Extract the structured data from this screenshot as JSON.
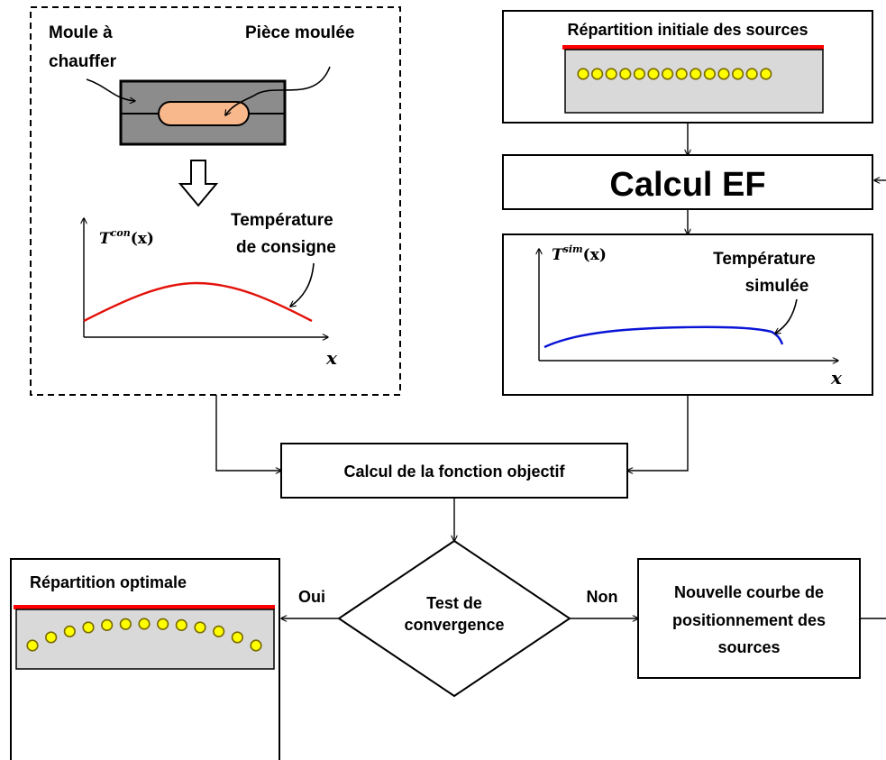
{
  "mold": {
    "label_mold_line1": "Moule à",
    "label_mold_line2": "chauffer",
    "label_part": "Pièce moulée"
  },
  "consigne_plot": {
    "y_label_base": "T",
    "y_label_sup": "con",
    "y_label_arg": "(x)",
    "x_label": "x",
    "annotation_line1": "Température",
    "annotation_line2": "de consigne"
  },
  "initial_sources": {
    "title": "Répartition initiale des sources",
    "source_count": 14
  },
  "fe_calc": {
    "label": "Calcul EF"
  },
  "sim_plot": {
    "y_label_base": "T",
    "y_label_sup": "sim",
    "y_label_arg": "(x)",
    "x_label": "x",
    "annotation_line1": "Température",
    "annotation_line2": "simulée"
  },
  "objective": {
    "label": "Calcul de la fonction objectif"
  },
  "convergence": {
    "line1": "Test de",
    "line2": "convergence",
    "yes_label": "Oui",
    "no_label": "Non"
  },
  "new_curve": {
    "line1": "Nouvelle courbe de",
    "line2": "positionnement des",
    "line3": "sources"
  },
  "optimal": {
    "title": "Répartition optimale",
    "source_count": 13
  },
  "colors": {
    "consigne_curve": "#e3120b",
    "sim_curve": "#0a14d6",
    "source_fill": "#ffff00",
    "source_stroke": "#7a6a00",
    "heater_bar": "#ff0000",
    "plate_fill": "#d9d9d9",
    "mold_fill": "#8c8c8c",
    "part_fill": "#f8b88b"
  }
}
